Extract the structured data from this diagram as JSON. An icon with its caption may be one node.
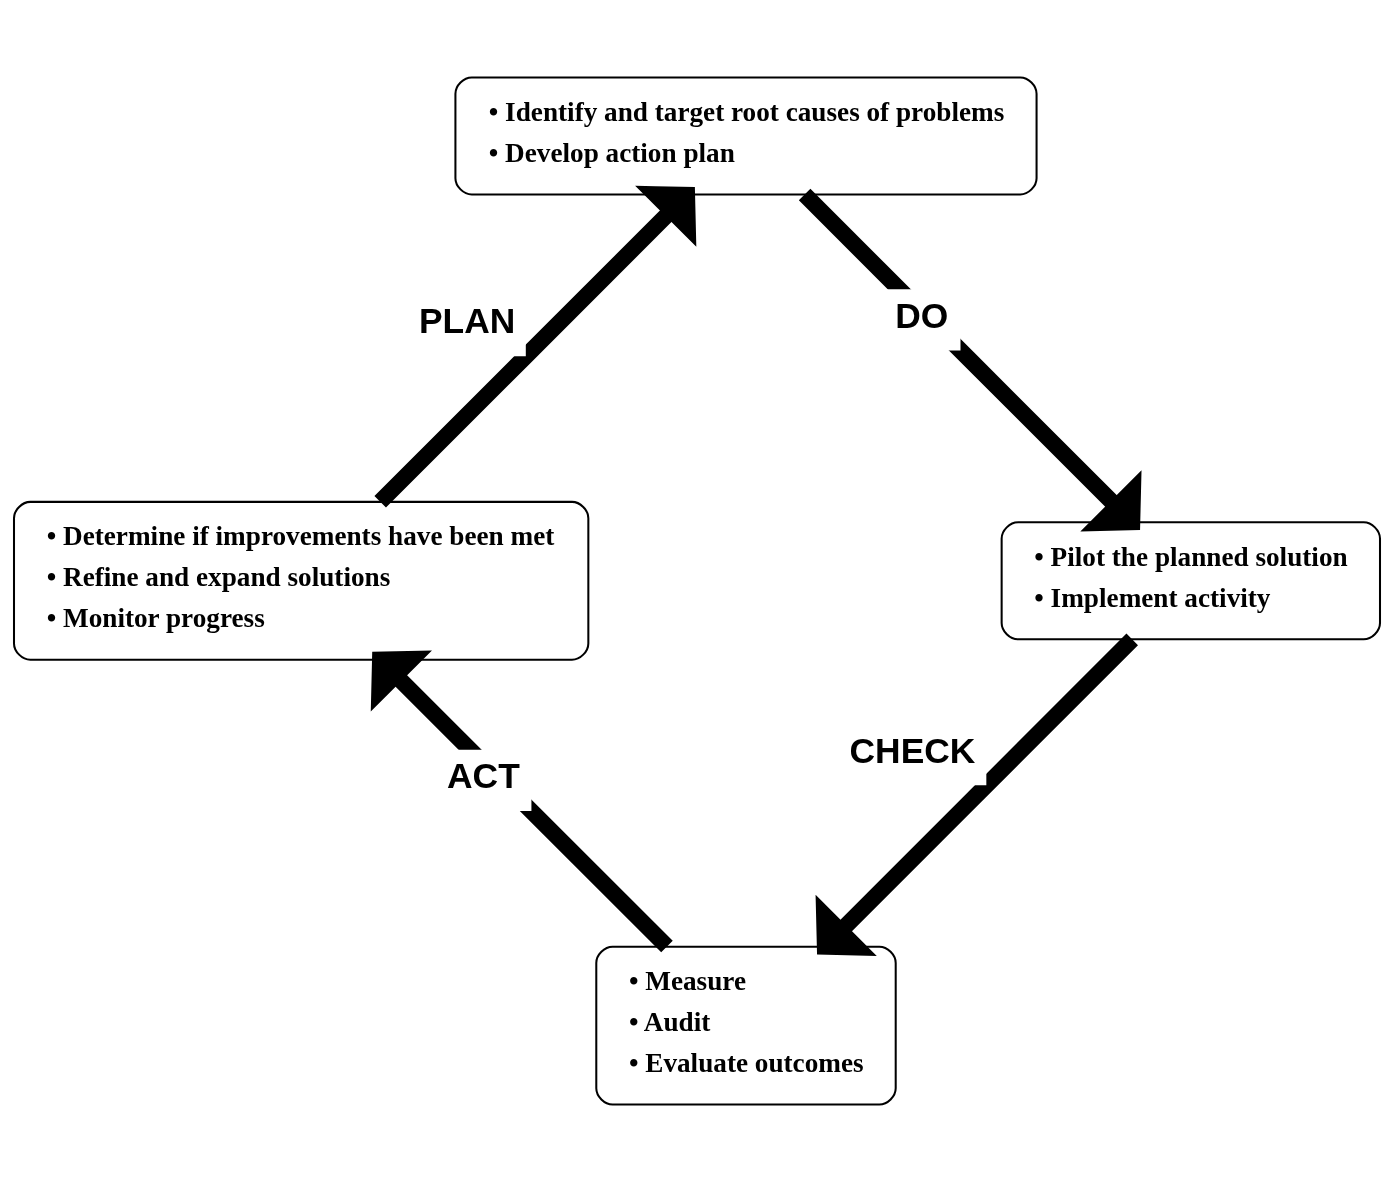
{
  "diagram": {
    "nodes": [
      {
        "text": [
          "• Identify and target root causes of problems",
          "• Develop action plan"
        ]
      },
      {
        "text": [
          "• Pilot the planned solution",
          "• Implement activity"
        ]
      },
      {
        "text": [
          "• Measure",
          "• Audit",
          "• Evaluate outcomes"
        ]
      },
      {
        "text": [
          "• Determine if improvements have been met",
          "• Refine and expand solutions",
          "• Monitor progress"
        ]
      }
    ],
    "edges": [
      {
        "from": 3,
        "to": 0,
        "arrow": "to",
        "label": "PLAN"
      },
      {
        "from": 0,
        "to": 1,
        "arrow": "to",
        "label": "DO"
      },
      {
        "from": 1,
        "to": 2,
        "arrow": "to",
        "label": "CHECK"
      },
      {
        "from": 2,
        "to": 3,
        "arrow": "to",
        "label": "ACT"
      }
    ]
  }
}
